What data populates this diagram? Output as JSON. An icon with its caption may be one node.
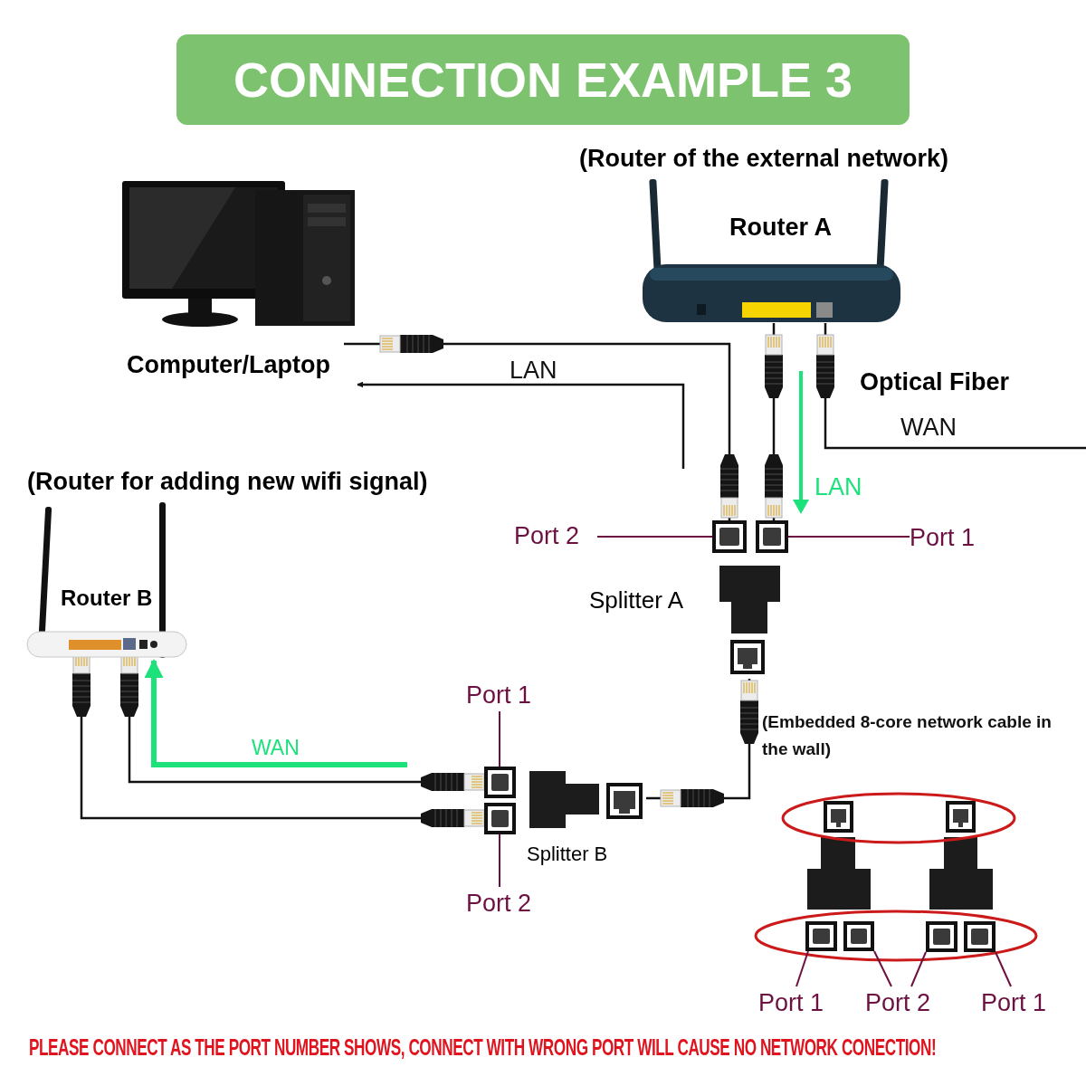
{
  "diagram": {
    "title": "CONNECTION EXAMPLE 3",
    "nodes": [
      {
        "text": [
          "Computer/Laptop"
        ]
      },
      {
        "text": [
          "Router A"
        ],
        "beside": [
          "(Router of the external network)"
        ]
      },
      {
        "text": [
          "Router B"
        ],
        "beside": [
          "(Router for adding new wifi signal)"
        ]
      },
      {
        "text": [
          "Splitter A"
        ]
      },
      {
        "text": [],
        "shape": "box"
      },
      {
        "text": [],
        "shape": "box"
      },
      {
        "text": [
          "Port 2"
        ]
      },
      {
        "text": [
          "Port 1"
        ]
      },
      {
        "text": [
          "Splitter B"
        ]
      },
      {
        "text": [],
        "shape": "box"
      },
      {
        "text": [],
        "shape": "box"
      },
      {
        "text": [
          "Port 1"
        ]
      },
      {
        "text": [
          "Port 2"
        ]
      },
      {
        "text": [],
        "shape": "box"
      },
      {
        "text": [],
        "shape": "box"
      },
      {
        "text": [],
        "shape": "box"
      },
      {
        "text": [],
        "shape": "box"
      },
      {
        "text": [
          "Port 1"
        ]
      },
      {
        "text": [
          "Port 2"
        ]
      },
      {
        "text": [
          "Port 1"
        ]
      }
    ],
    "edges": [
      {
        "from": 0,
        "to": 4,
        "arrow": "none"
      },
      {
        "from": null,
        "to": 0,
        "arrow": "to",
        "label": "LAN"
      },
      {
        "from": 1,
        "to": 5,
        "arrow": "none"
      },
      {
        "from": 1,
        "to": null,
        "arrow": "none",
        "label": "WAN"
      },
      {
        "from": 3,
        "to": 8,
        "arrow": "none",
        "label": "(Embedded 8-core network cable in the wall)"
      },
      {
        "from": 9,
        "to": 2,
        "arrow": "none"
      },
      {
        "from": 10,
        "to": 2,
        "arrow": "none"
      },
      {
        "from": null,
        "to": 2,
        "arrow": "to",
        "label": "WAN",
        "style": "thick",
        "color": "#1de27c"
      },
      {
        "from": 6,
        "to": 4,
        "arrow": "none",
        "color": "#6b1040"
      },
      {
        "from": 7,
        "to": 5,
        "arrow": "none",
        "color": "#6b1040"
      },
      {
        "from": 11,
        "to": 9,
        "arrow": "none",
        "color": "#6b1040"
      },
      {
        "from": 12,
        "to": 10,
        "arrow": "none",
        "color": "#6b1040"
      },
      {
        "from": 17,
        "to": 13,
        "arrow": "none",
        "color": "#6b1040"
      },
      {
        "from": 18,
        "to": 14,
        "arrow": "none",
        "color": "#6b1040"
      },
      {
        "from": 18,
        "to": 15,
        "arrow": "none",
        "color": "#6b1040"
      },
      {
        "from": 19,
        "to": 16,
        "arrow": "none",
        "color": "#6b1040"
      }
    ],
    "labels": [
      "Optical Fiber",
      "LAN",
      "PLEASE CONNECT AS THE PORT NUMBER SHOWS, CONNECT WITH WRONG PORT WILL CAUSE NO NETWORK CONECTION!"
    ]
  }
}
